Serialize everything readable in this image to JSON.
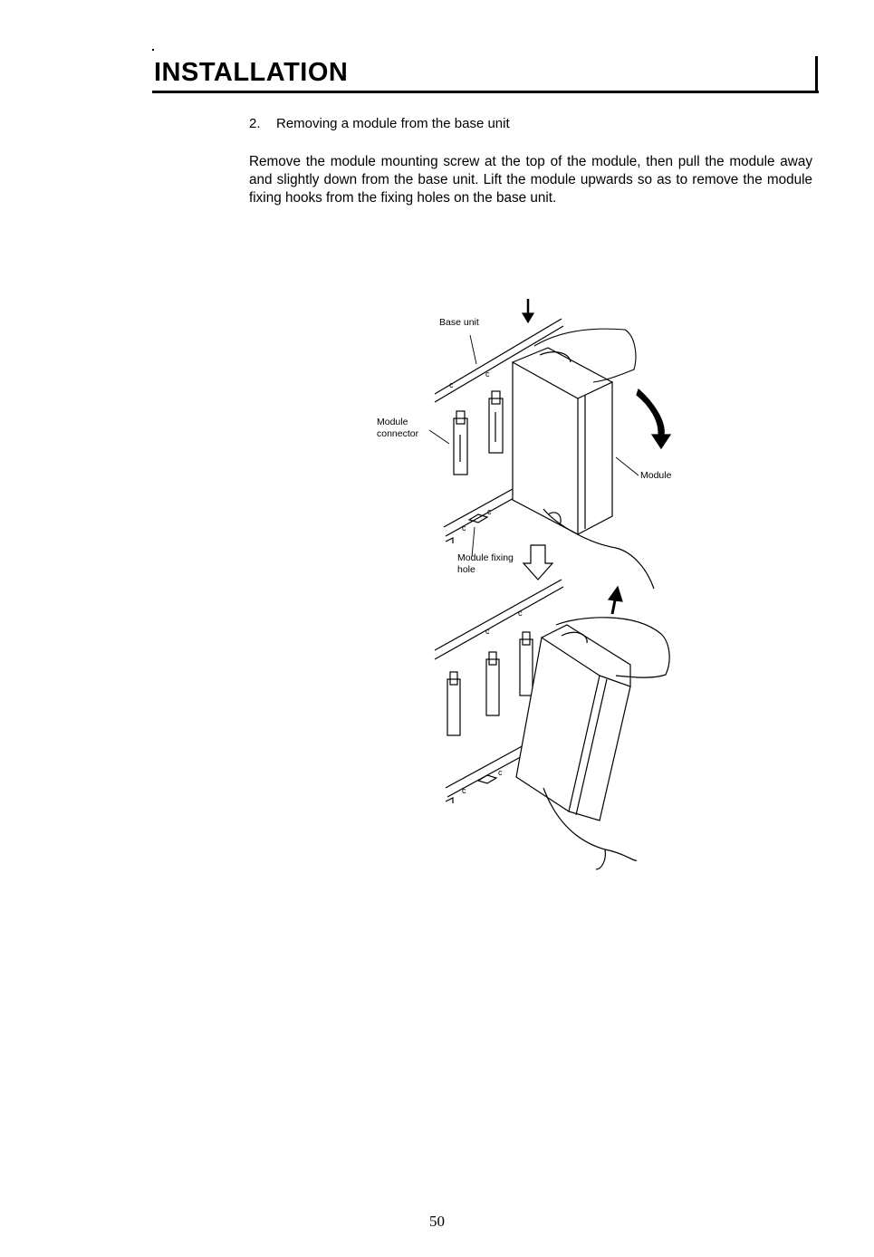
{
  "header": {
    "title": "INSTALLATION"
  },
  "section": {
    "number": "2.",
    "title": "Removing a module from the base unit",
    "body": "Remove the module mounting screw at the top of the module, then pull the module away and slightly down from the base unit. Lift the module upwards so as to remove the module fixing hooks from the fixing holes on the base unit."
  },
  "figure": {
    "labels": {
      "base_unit": "Base unit",
      "module_connector_line1": "Module",
      "module_connector_line2": "connector",
      "module": "Module",
      "fixing_hole_line1": "Module fixing",
      "fixing_hole_line2": "hole"
    }
  },
  "footer": {
    "page_number": "50"
  }
}
